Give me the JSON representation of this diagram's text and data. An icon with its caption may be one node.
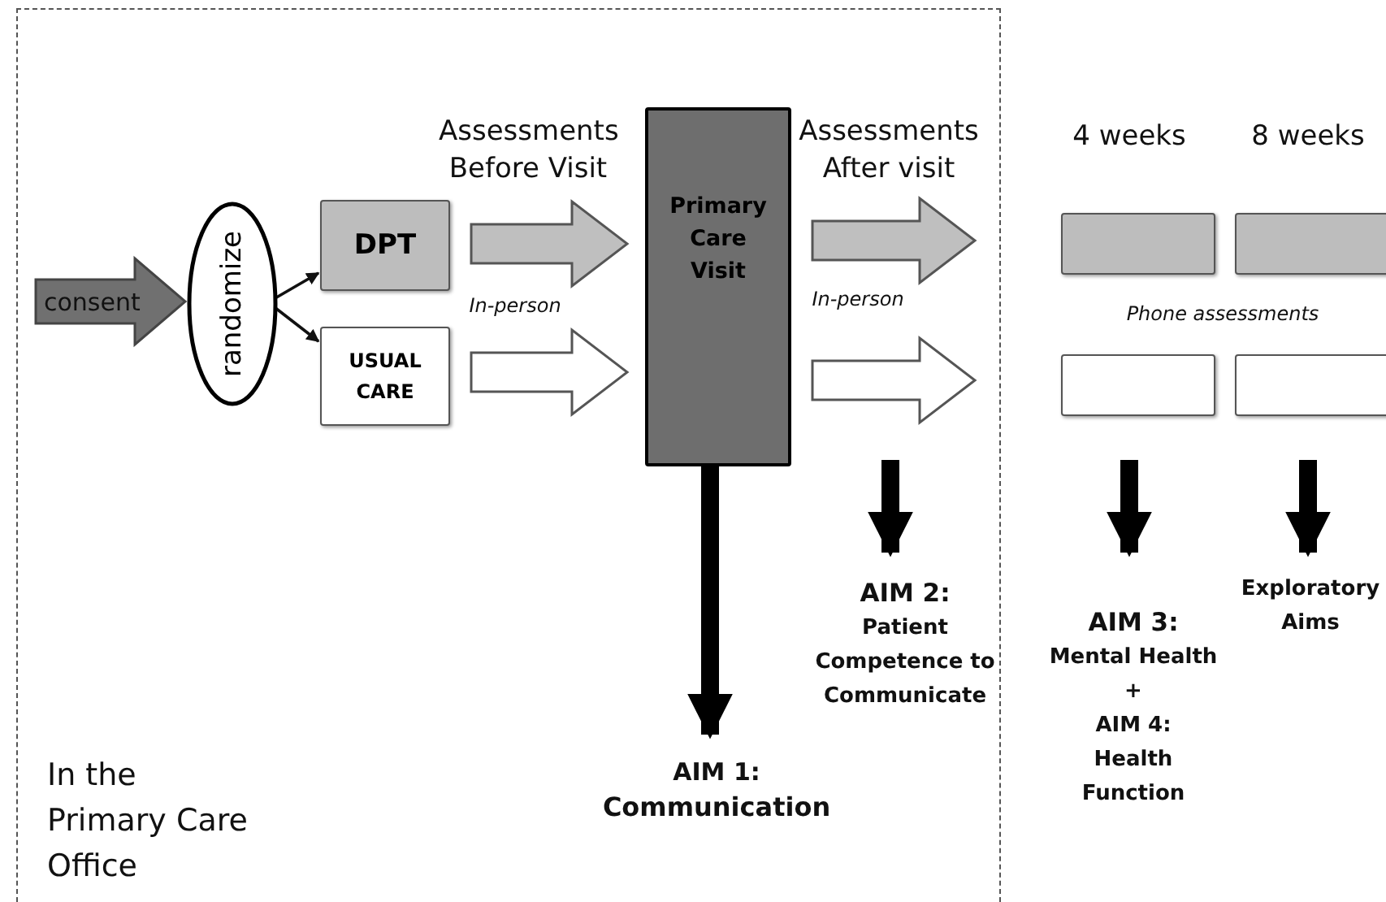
{
  "diagram": {
    "nodes": [
      {
        "text": [
          "In the Primary Care Office"
        ]
      },
      {
        "text": [
          "consent"
        ],
        "in": 0
      },
      {
        "text": [
          "randomize"
        ],
        "in": 0
      },
      {
        "text": [
          "DPT"
        ],
        "in": 0
      },
      {
        "text": [
          "USUAL CARE"
        ],
        "in": 0
      },
      {
        "text": [
          "Primary Care Visit"
        ],
        "in": 0
      },
      {
        "text": [],
        "shape": "box"
      },
      {
        "text": [],
        "shape": "box"
      },
      {
        "text": [],
        "shape": "box"
      },
      {
        "text": [],
        "shape": "box"
      },
      {
        "text": [
          "AIM 1:",
          "Communication"
        ],
        "in": 0
      },
      {
        "text": [
          "AIM 2:",
          "Patient Competence to Communicate"
        ],
        "in": 0
      },
      {
        "text": [
          "AIM 3:",
          "Mental Health",
          "+",
          "AIM 4:",
          "Health Function"
        ]
      },
      {
        "text": [
          "Exploratory Aims"
        ]
      }
    ],
    "edges": [
      {
        "from": 2,
        "to": 3,
        "arrow": "to"
      },
      {
        "from": 2,
        "to": 4,
        "arrow": "to"
      },
      {
        "from": 3,
        "to": 5,
        "arrow": "to",
        "style": "thick",
        "color": "#bfbfbf"
      },
      {
        "from": 4,
        "to": 5,
        "arrow": "to",
        "style": "thick",
        "color": "#ffffff"
      },
      {
        "from": 5,
        "to": null,
        "arrow": "to",
        "style": "thick",
        "color": "#bfbfbf"
      },
      {
        "from": 5,
        "to": null,
        "arrow": "to",
        "style": "thick",
        "color": "#ffffff"
      },
      {
        "from": 5,
        "to": 10,
        "arrow": "to"
      },
      {
        "from": null,
        "to": 11,
        "arrow": "to"
      },
      {
        "from": 8,
        "to": 12,
        "arrow": "to"
      },
      {
        "from": 9,
        "to": 13,
        "arrow": "to"
      }
    ],
    "labels": [
      "Assessments Before Visit",
      "Assessments After visit",
      "4 weeks",
      "8 weeks",
      "In-person",
      "In-person",
      "Phone assessments"
    ]
  }
}
